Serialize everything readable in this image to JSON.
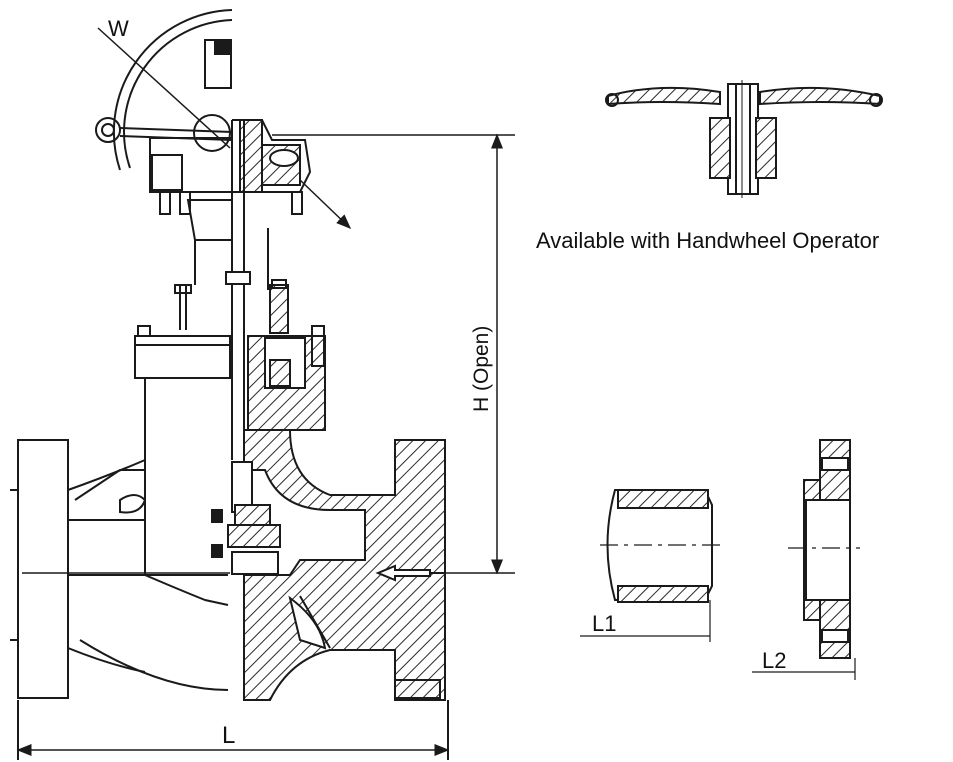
{
  "labels": {
    "w": "W",
    "l": "L",
    "h_open": "H (Open)",
    "handwheel_caption": "Available with Handwheel Operator",
    "l1": "L1",
    "l2": "L2"
  },
  "colors": {
    "line": "#1a1a1a",
    "hatch": "#2a2a2a",
    "background": "#ffffff"
  }
}
